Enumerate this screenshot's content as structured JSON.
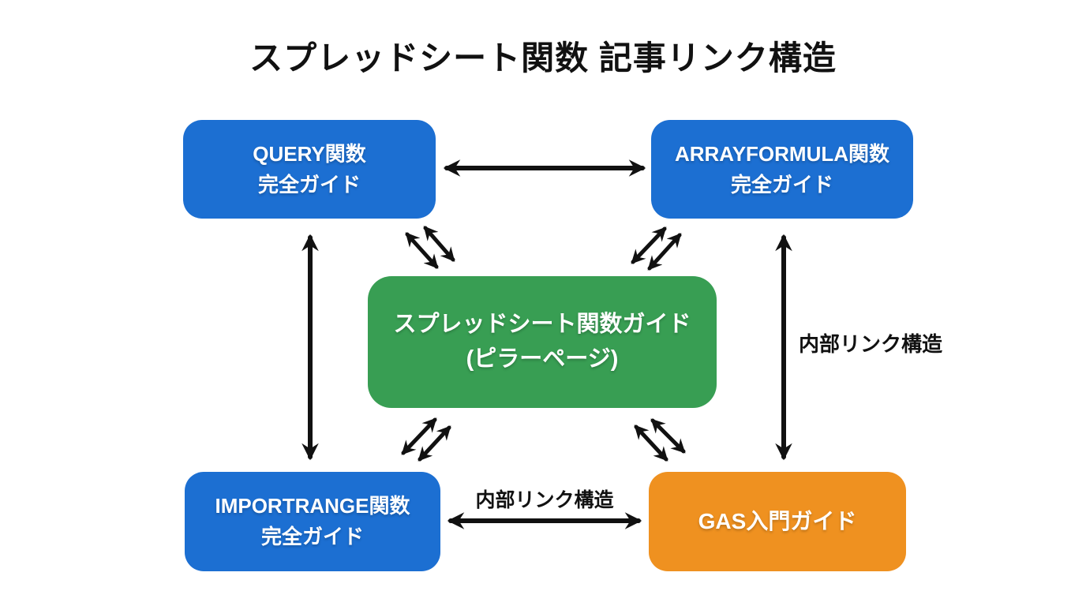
{
  "title": "スプレッドシート関数 記事リンク構造",
  "colors": {
    "blue": "#1c6fd2",
    "green": "#389e53",
    "orange": "#ef9120",
    "arrow": "#111111",
    "background": "#ffffff",
    "box_text": "#ffffff",
    "label_text": "#111111"
  },
  "nodes": {
    "query": {
      "line1": "QUERY関数",
      "line2": "完全ガイド",
      "color": "blue"
    },
    "arrayformula": {
      "line1": "ARRAYFORMULA関数",
      "line2": "完全ガイド",
      "color": "blue"
    },
    "pillar": {
      "line1": "スプレッドシート関数ガイド",
      "line2": "(ピラーページ)",
      "color": "green"
    },
    "importrange": {
      "line1": "IMPORTRANGE関数",
      "line2": "完全ガイド",
      "color": "blue"
    },
    "gas": {
      "line1": "GAS入門ガイド",
      "color": "orange"
    }
  },
  "labels": {
    "right_link_label": "内部リンク構造",
    "bottom_link_label": "内部リンク構造"
  }
}
